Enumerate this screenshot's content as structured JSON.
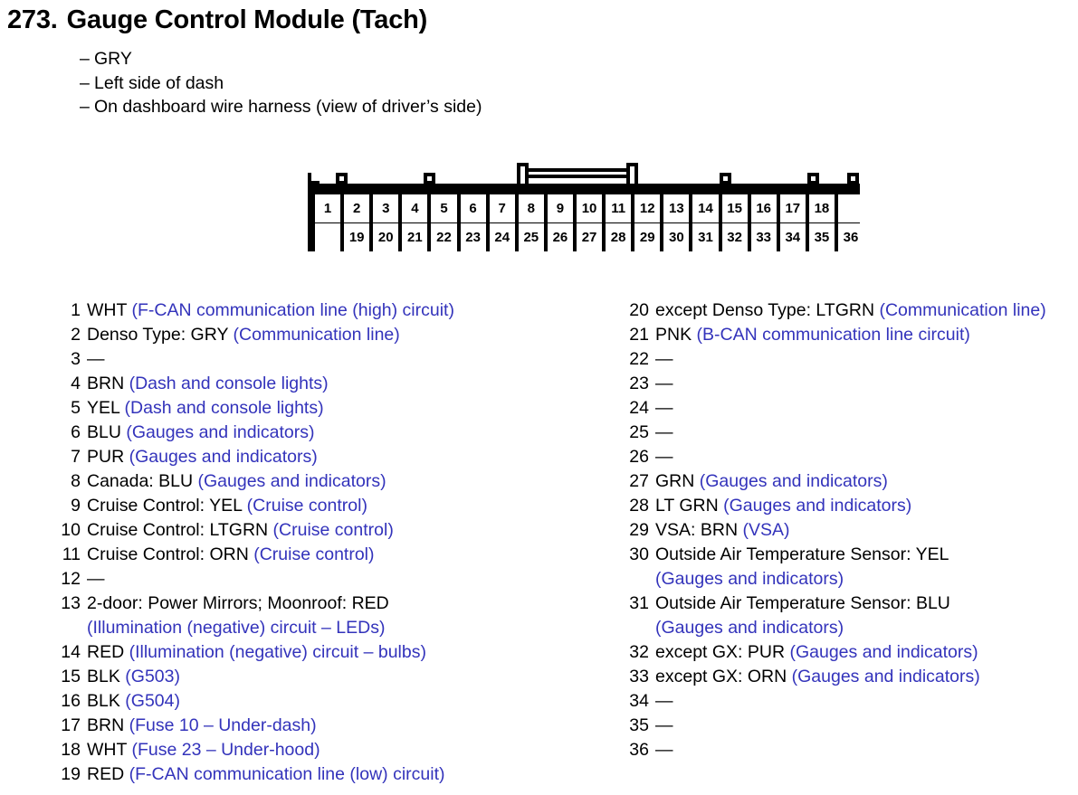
{
  "header": {
    "number": "273.",
    "title": "Gauge Control Module (Tach)",
    "bullets": [
      "GRY",
      "Left side of dash",
      "On dashboard wire harness (view of driver’s side)"
    ],
    "dash_glyph": "–"
  },
  "connector": {
    "name": "36-pin connector",
    "top_row": [
      "1",
      "2",
      "3",
      "4",
      "5",
      "6",
      "7",
      "8",
      "9",
      "10",
      "11",
      "12",
      "13",
      "14",
      "15",
      "16",
      "17",
      "18",
      ""
    ],
    "bottom_row": [
      "",
      "19",
      "20",
      "21",
      "22",
      "23",
      "24",
      "25",
      "26",
      "27",
      "28",
      "29",
      "30",
      "31",
      "32",
      "33",
      "34",
      "35",
      "36"
    ]
  },
  "colors": {
    "text_black": "#000000",
    "circuit_blue": "#3333bb",
    "connector_outline": "#000000",
    "background": "#ffffff"
  },
  "pins": {
    "left": [
      {
        "no": "1",
        "black": "WHT",
        "blue": "(F-CAN communication line (high) circuit)"
      },
      {
        "no": "2",
        "black": "Denso Type: GRY",
        "blue": "(Communication line)"
      },
      {
        "no": "3",
        "black": "—",
        "blue": ""
      },
      {
        "no": "4",
        "black": "BRN",
        "blue": "(Dash and console lights)"
      },
      {
        "no": "5",
        "black": "YEL",
        "blue": "(Dash and console lights)"
      },
      {
        "no": "6",
        "black": "BLU",
        "blue": "(Gauges and indicators)"
      },
      {
        "no": "7",
        "black": "PUR",
        "blue": "(Gauges and indicators)"
      },
      {
        "no": "8",
        "black": "Canada: BLU",
        "blue": "(Gauges and indicators)"
      },
      {
        "no": "9",
        "black": "Cruise Control: YEL",
        "blue": "(Cruise control)"
      },
      {
        "no": "10",
        "black": "Cruise Control: LTGRN",
        "blue": " (Cruise control)"
      },
      {
        "no": "11",
        "black": "Cruise Control: ORN",
        "blue": "(Cruise control)"
      },
      {
        "no": "12",
        "black": "—",
        "blue": ""
      },
      {
        "no": "13",
        "black": "2-door: Power Mirrors; Moonroof: RED",
        "blue": "(Illumination (negative) circuit – LEDs)",
        "wrap": true
      },
      {
        "no": "14",
        "black": "RED",
        "blue": "(Illumination (negative) circuit – bulbs)"
      },
      {
        "no": "15",
        "black": "BLK",
        "blue": "(G503)"
      },
      {
        "no": "16",
        "black": "BLK",
        "blue": "(G504)"
      },
      {
        "no": "17",
        "black": "BRN",
        "blue": "(Fuse 10 – Under-dash)"
      },
      {
        "no": "18",
        "black": "WHT",
        "blue": "(Fuse 23 – Under-hood)"
      },
      {
        "no": "19",
        "black": "RED",
        "blue": "(F-CAN communication line (low) circuit)"
      }
    ],
    "right": [
      {
        "no": "20",
        "black": "except Denso Type: LTGRN",
        "blue": " (Communication line)"
      },
      {
        "no": "21",
        "black": "PNK",
        "blue": "(B-CAN communication line circuit)"
      },
      {
        "no": "22",
        "black": "—",
        "blue": ""
      },
      {
        "no": "23",
        "black": "—",
        "blue": ""
      },
      {
        "no": "24",
        "black": "—",
        "blue": ""
      },
      {
        "no": "25",
        "black": "—",
        "blue": ""
      },
      {
        "no": "26",
        "black": "—",
        "blue": ""
      },
      {
        "no": "27",
        "black": "GRN",
        "blue": "(Gauges and indicators)"
      },
      {
        "no": "28",
        "black": "LT GRN",
        "blue": "(Gauges and indicators)"
      },
      {
        "no": "29",
        "black": "VSA: BRN",
        "blue": "(VSA)"
      },
      {
        "no": "30",
        "black": "Outside Air Temperature Sensor: YEL",
        "blue": "(Gauges and indicators)",
        "wrap": true
      },
      {
        "no": "31",
        "black": "Outside Air Temperature Sensor: BLU",
        "blue": "(Gauges and indicators)",
        "wrap": true
      },
      {
        "no": "32",
        "black": "except GX: PUR",
        "blue": "(Gauges and indicators)"
      },
      {
        "no": "33",
        "black": "except GX: ORN",
        "blue": "(Gauges and indicators)"
      },
      {
        "no": "34",
        "black": "—",
        "blue": ""
      },
      {
        "no": "35",
        "black": "—",
        "blue": ""
      },
      {
        "no": "36",
        "black": "—",
        "blue": ""
      }
    ]
  }
}
